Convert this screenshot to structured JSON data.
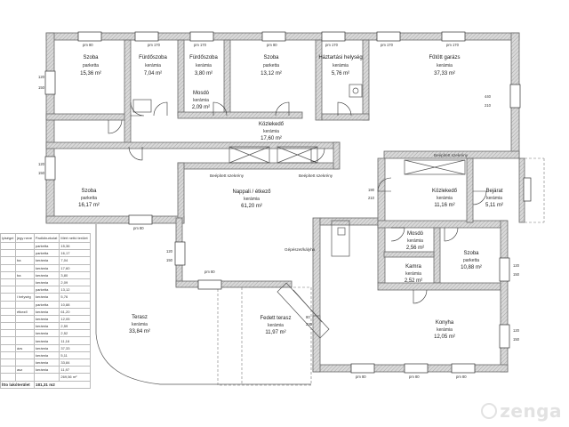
{
  "rooms": [
    {
      "id": "szoba1",
      "name": "Szoba",
      "material": "parketta",
      "area": "15,36 m²"
    },
    {
      "id": "furdo1",
      "name": "Fürdőszoba",
      "material": "kerámia",
      "area": "7,04 m²"
    },
    {
      "id": "furdo2",
      "name": "Fürdőszoba",
      "material": "kerámia",
      "area": "3,80 m²"
    },
    {
      "id": "szoba2",
      "name": "Szoba",
      "material": "parketta",
      "area": "13,12 m²"
    },
    {
      "id": "haztartasi",
      "name": "Háztartási helység",
      "material": "kerámia",
      "area": "5,76 m²"
    },
    {
      "id": "garazs",
      "name": "Fűtött garázs",
      "material": "kerámia",
      "area": "37,33 m²"
    },
    {
      "id": "mosdo1",
      "name": "Mosdó",
      "material": "kerámia",
      "area": "2,09 m²"
    },
    {
      "id": "kozlekedo1",
      "name": "Közlekedő",
      "material": "kerámia",
      "area": "17,60 m²"
    },
    {
      "id": "szoba3",
      "name": "Szoba",
      "material": "parketta",
      "area": "16,17 m²"
    },
    {
      "id": "nappali",
      "name": "Nappali / étkező",
      "material": "kerámia",
      "area": "61,20 m²"
    },
    {
      "id": "kozlekedo2",
      "name": "Közlekedő",
      "material": "kerámia",
      "area": "11,16 m²"
    },
    {
      "id": "bejarat",
      "name": "Bejárat",
      "material": "kerámia",
      "area": "5,11 m²"
    },
    {
      "id": "mosdo2",
      "name": "Mosdó",
      "material": "kerámia",
      "area": "2,56 m²"
    },
    {
      "id": "kamra",
      "name": "Kamra",
      "material": "kerámia",
      "area": "2,52 m²"
    },
    {
      "id": "szoba4",
      "name": "Szoba",
      "material": "parketta",
      "area": "10,88 m²"
    },
    {
      "id": "fedett",
      "name": "Fedett terasz",
      "material": "kerámia",
      "area": "11,97 m²"
    },
    {
      "id": "konyha",
      "name": "Konyha",
      "material": "kerámia",
      "area": "12,05 m²"
    },
    {
      "id": "terasz",
      "name": "Terasz",
      "material": "kerámia",
      "area": "33,84 m²"
    }
  ],
  "annotations": {
    "beepitett1": "Beépített szekrény",
    "beepitett2": "Beépített szekrény",
    "beepitett3": "Beépített szekrény",
    "gepeszet": "Gépészet/kályha"
  },
  "window_labels": {
    "pm80": "pm 80",
    "pm170": "pm 170",
    "w120": "120",
    "w150": "150",
    "w210": "210",
    "w440": "440",
    "w190": "190",
    "w80": "80",
    "w230": "230"
  },
  "legend": {
    "header": [
      "lyiségei",
      "jegy neve",
      "Padlóburkolat",
      "Mért nettó terület"
    ],
    "rows": [
      [
        "",
        "",
        "parketta",
        "15,36"
      ],
      [
        "",
        "",
        "parketta",
        "16,17"
      ],
      [
        "",
        "ba",
        "kerámia",
        "7,04"
      ],
      [
        "",
        "",
        "kerámia",
        "17,60"
      ],
      [
        "",
        "ba",
        "kerámia",
        "3,80"
      ],
      [
        "",
        "",
        "kerámia",
        "2,09"
      ],
      [
        "",
        "",
        "parketta",
        "13,12"
      ],
      [
        "",
        "i helység",
        "kerámia",
        "5,76"
      ],
      [
        "",
        "",
        "parketta",
        "10,88"
      ],
      [
        "",
        "étkező",
        "kerámia",
        "61,20"
      ],
      [
        "",
        "",
        "kerámia",
        "12,05"
      ],
      [
        "",
        "",
        "kerámia",
        "2,59"
      ],
      [
        "",
        "",
        "kerámia",
        "2,52"
      ],
      [
        "",
        "",
        "kerámia",
        "11,16"
      ],
      [
        "",
        "ázs",
        "kerámia",
        "37,33"
      ],
      [
        "",
        "",
        "kerámia",
        "5,11"
      ],
      [
        "",
        "",
        "kerámia",
        "33,84"
      ],
      [
        "",
        "asz",
        "kerámia",
        "11,97"
      ]
    ],
    "sum": "269,56 m²",
    "total_label": "ltto lakóterület",
    "total_value": "181,31 m2"
  },
  "watermark": "zenga"
}
